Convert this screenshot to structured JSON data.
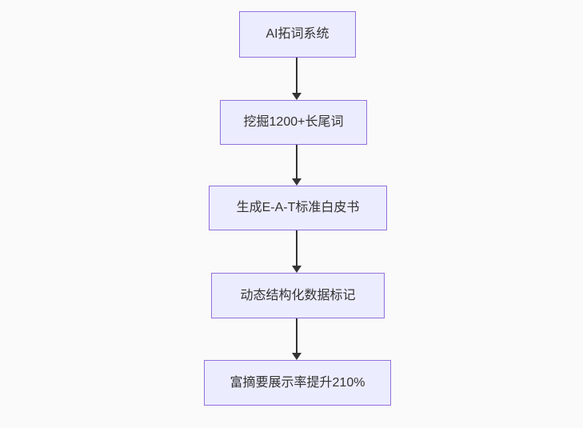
{
  "diagram": {
    "type": "flowchart",
    "direction": "top-down",
    "nodes": [
      {
        "id": "node-1",
        "label": "AI拓词系统"
      },
      {
        "id": "node-2",
        "label": "挖掘1200+长尾词"
      },
      {
        "id": "node-3",
        "label": "生成E-A-T标准白皮书"
      },
      {
        "id": "node-4",
        "label": "动态结构化数据标记"
      },
      {
        "id": "node-5",
        "label": "富摘要展示率提升210%"
      }
    ],
    "edges": [
      {
        "from": "node-1",
        "to": "node-2",
        "style": "arrow-down"
      },
      {
        "from": "node-2",
        "to": "node-3",
        "style": "arrow-down"
      },
      {
        "from": "node-3",
        "to": "node-4",
        "style": "arrow-down"
      },
      {
        "from": "node-4",
        "to": "node-5",
        "style": "arrow-down"
      }
    ],
    "colors": {
      "node_fill": "#ECECFF",
      "node_border": "#9370DB",
      "edge": "#333333",
      "text": "#333333",
      "background": "#fafafa"
    }
  }
}
